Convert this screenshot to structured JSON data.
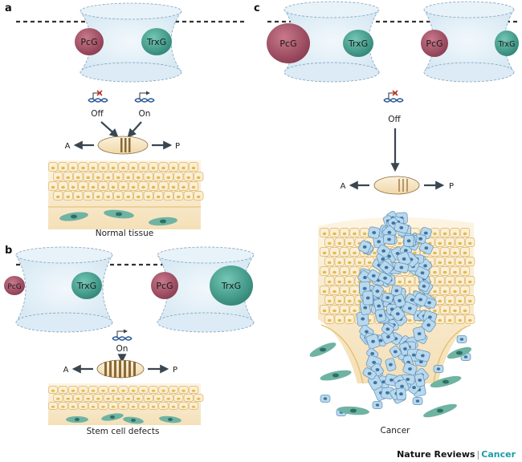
{
  "panels": {
    "a": {
      "label": "a",
      "proteins": [
        "PcG",
        "TrxG"
      ],
      "gene_states": [
        "Off",
        "On"
      ],
      "axis": [
        "A",
        "P"
      ],
      "caption": "Normal tissue"
    },
    "b": {
      "label": "b",
      "proteins": [
        "PcG",
        "TrxG",
        "PcG",
        "TrxG"
      ],
      "gene_state": "On",
      "axis": [
        "A",
        "P"
      ],
      "caption": "Stem cell defects"
    },
    "c": {
      "label": "c",
      "proteins": [
        "PcG",
        "TrxG",
        "PcG",
        "TrxG"
      ],
      "gene_state": "Off",
      "axis": [
        "A",
        "P"
      ],
      "caption": "Cancer"
    }
  },
  "credit": {
    "journal": "Nature Reviews",
    "separator": "|",
    "section": "Cancer"
  },
  "colors": {
    "pcg": "#9b4a5e",
    "trxg": "#3f9e8e",
    "cylinder": "#dcebf5",
    "tissue": "#f6e2b4",
    "nucleus": "#e6b84e",
    "stromal": "#6fb3a3",
    "cancer_cell": "#a8cde6",
    "credit_accent": "#1a9ba8"
  }
}
